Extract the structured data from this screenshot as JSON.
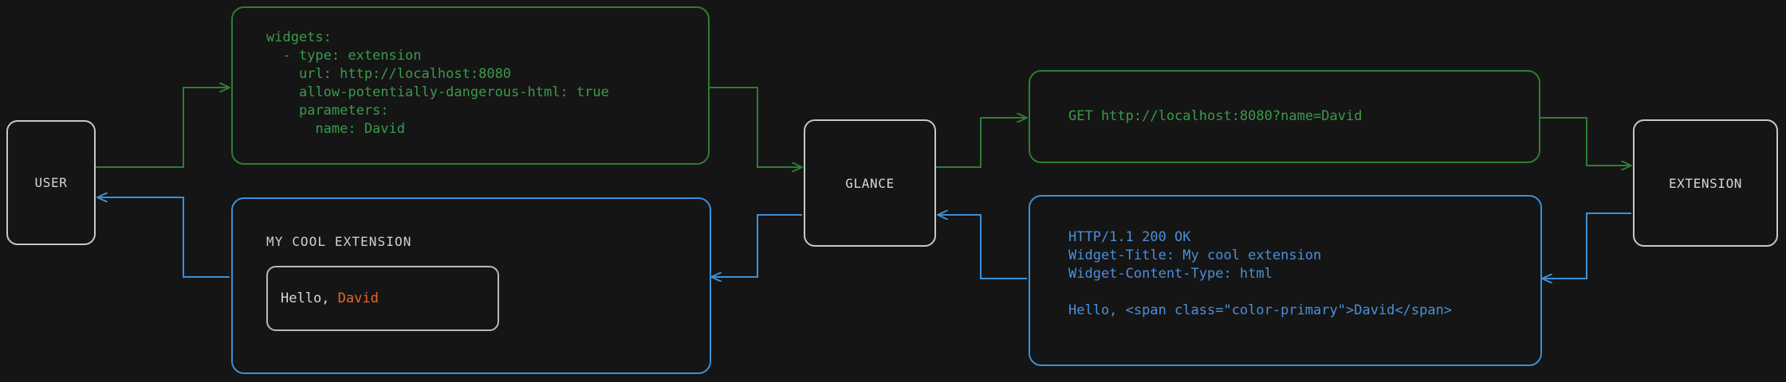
{
  "diagram": {
    "background_color": "#151515",
    "colors": {
      "request_green": "#3b9a4a",
      "response_blue": "#4a90d9",
      "node_border": "#c8c8c8",
      "accent_orange": "#e8642a"
    }
  },
  "nodes": {
    "user": {
      "label": "USER"
    },
    "glance": {
      "label": "GLANCE"
    },
    "extension": {
      "label": "EXTENSION"
    }
  },
  "messages": {
    "config": {
      "kind": "request",
      "text": "widgets:\n  - type: extension\n    url: http://localhost:8080\n    allow-potentially-dangerous-html: true\n    parameters:\n      name: David"
    },
    "http_request": {
      "kind": "request",
      "text": "GET http://localhost:8080?name=David"
    },
    "http_response": {
      "kind": "response",
      "text": "HTTP/1.1 200 OK\nWidget-Title: My cool extension\nWidget-Content-Type: html\n\nHello, <span class=\"color-primary\">David</span>"
    }
  },
  "rendered_widget": {
    "title": "MY COOL EXTENSION",
    "body_prefix": "Hello, ",
    "body_accent": "David"
  },
  "flow": {
    "edges": [
      {
        "name": "user-to-glance-config",
        "kind": "request",
        "from": "user",
        "to": "glance"
      },
      {
        "name": "glance-to-extension-request",
        "kind": "request",
        "from": "glance",
        "to": "extension"
      },
      {
        "name": "extension-to-glance-response",
        "kind": "response",
        "from": "extension",
        "to": "glance"
      },
      {
        "name": "glance-to-user-widget",
        "kind": "response",
        "from": "glance",
        "to": "user"
      }
    ]
  }
}
